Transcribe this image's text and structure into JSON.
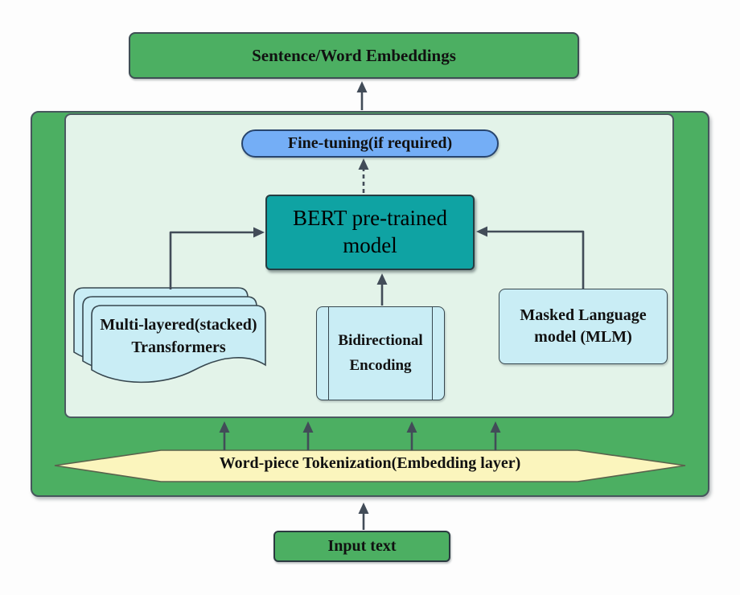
{
  "colors": {
    "green_fill": "#4caf62",
    "inner_panel_fill": "#e3f3e9",
    "teal_fill": "#0fa3a3",
    "light_blue_fill": "#c9edf5",
    "pill_blue_fill": "#74aef6",
    "hexagon_yellow_fill": "#fbf5bd",
    "arrow_color": "#424c58"
  },
  "nodes": {
    "sentence_embeddings": {
      "label": "Sentence/Word Embeddings"
    },
    "fine_tuning": {
      "label": "Fine-tuning(if required)"
    },
    "bert_model": {
      "label": "BERT pre-trained model"
    },
    "transformers": {
      "label": "Multi-layered(stacked) Transformers"
    },
    "bidirectional_encoding": {
      "label": "Bidirectional Encoding"
    },
    "masked_language_model": {
      "label": "Masked Language model (MLM)"
    },
    "tokenization": {
      "label": "Word-piece Tokenization(Embedding layer)"
    },
    "input_text": {
      "label": "Input text"
    }
  }
}
